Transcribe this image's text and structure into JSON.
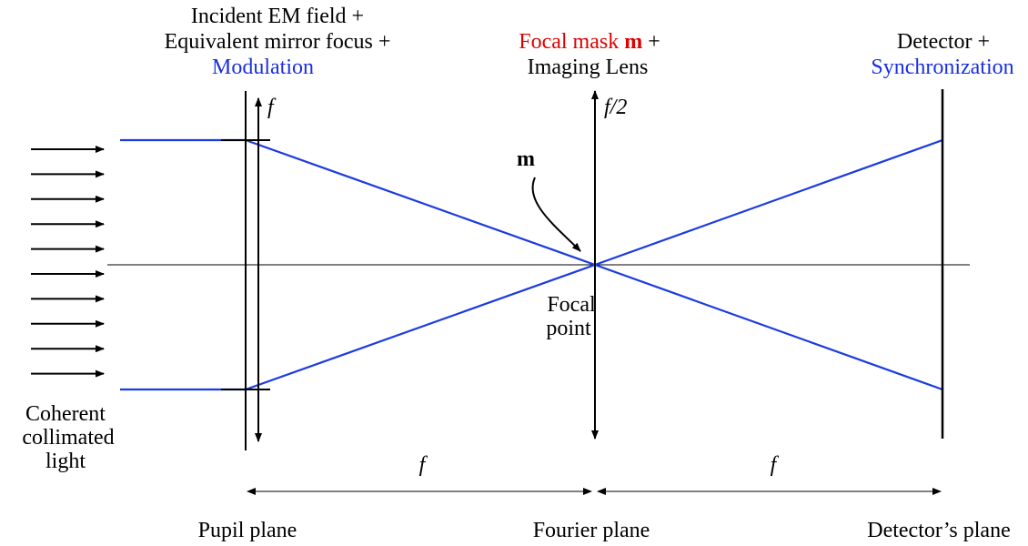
{
  "pupil_header": {
    "line1": "Incident EM field +",
    "line2": "Equivalent mirror focus +",
    "line3": "Modulation"
  },
  "fourier_header": {
    "line1_red": "Focal mask ",
    "line1_bold": "m",
    "line1_tail": " +",
    "line2": "Imaging Lens"
  },
  "detector_header": {
    "line1": "Detector +",
    "line2": "Synchronization"
  },
  "labels": {
    "pupil_f": "f",
    "lens_f": "f/2",
    "mask_m": "m",
    "focal_point_1": "Focal",
    "focal_point_2": "point",
    "source_1": "Coherent",
    "source_2": "collimated",
    "source_3": "light",
    "dist_1": "f",
    "dist_2": "f"
  },
  "planes": {
    "pupil": "Pupil plane",
    "fourier": "Fourier plane",
    "detector": "Detector’s plane"
  },
  "colors": {
    "ray": "#1a3be0",
    "blue_text": "#1a2fe0",
    "red_text": "#e00000",
    "ink": "#000000"
  }
}
